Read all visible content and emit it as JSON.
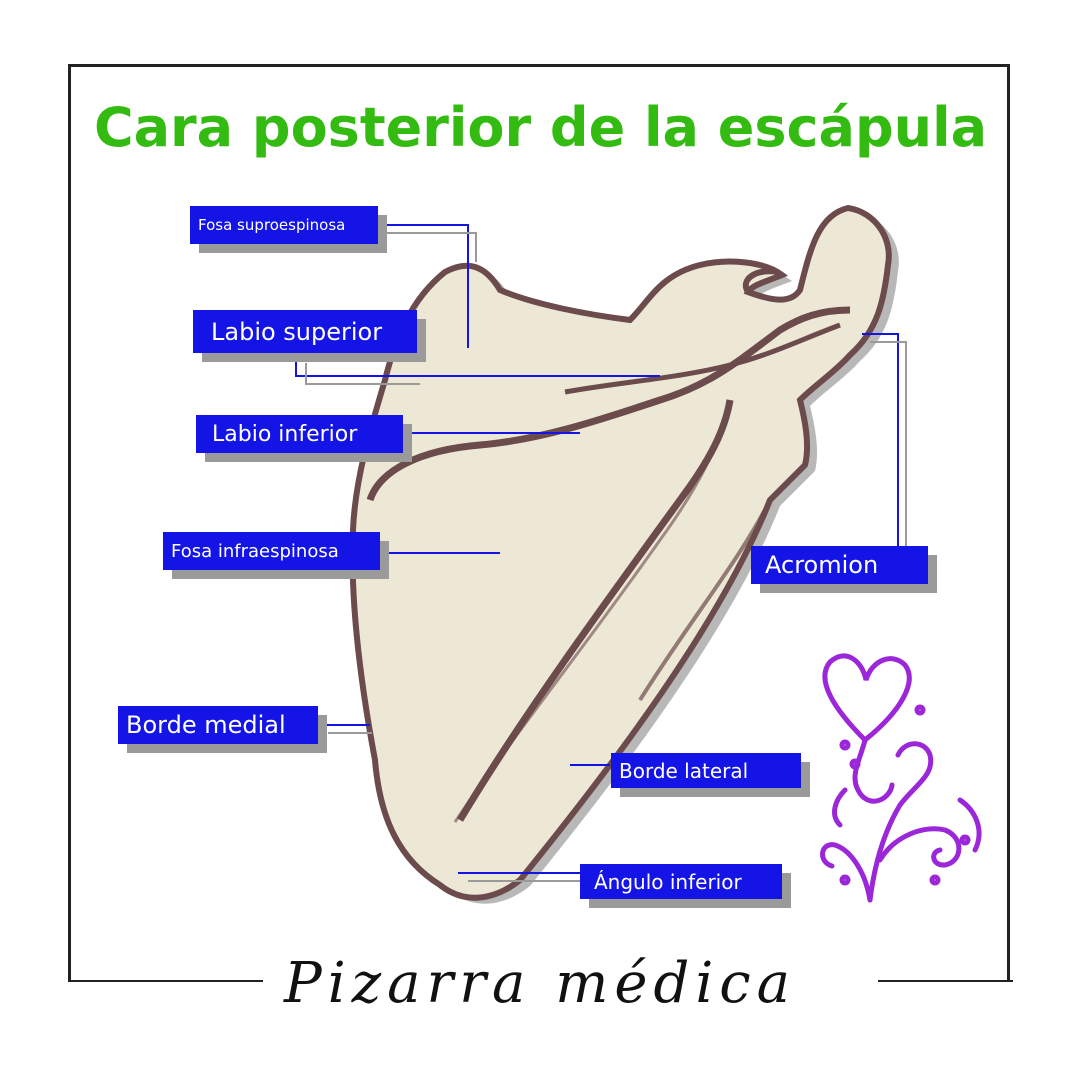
{
  "title": "Cara posterior  de la escápula",
  "labels": {
    "fosa_supraespinosa": "Fosa suproespinosa",
    "labio_superior": "Labio superior",
    "labio_inferior": "Labio inferior",
    "fosa_infraespinosa": "Fosa infraespinosa",
    "acromion": "Acromion",
    "borde_medial": "Borde medial",
    "borde_lateral": "Borde lateral",
    "angulo_inferior": "Ángulo inferior"
  },
  "signature": "Pizarra médica",
  "colors": {
    "title": "#33bb11",
    "label_bg": "#1414e6",
    "bone_fill": "#ede7d6",
    "bone_outline": "#6b4b4b",
    "ornament": "#9b27d9"
  }
}
